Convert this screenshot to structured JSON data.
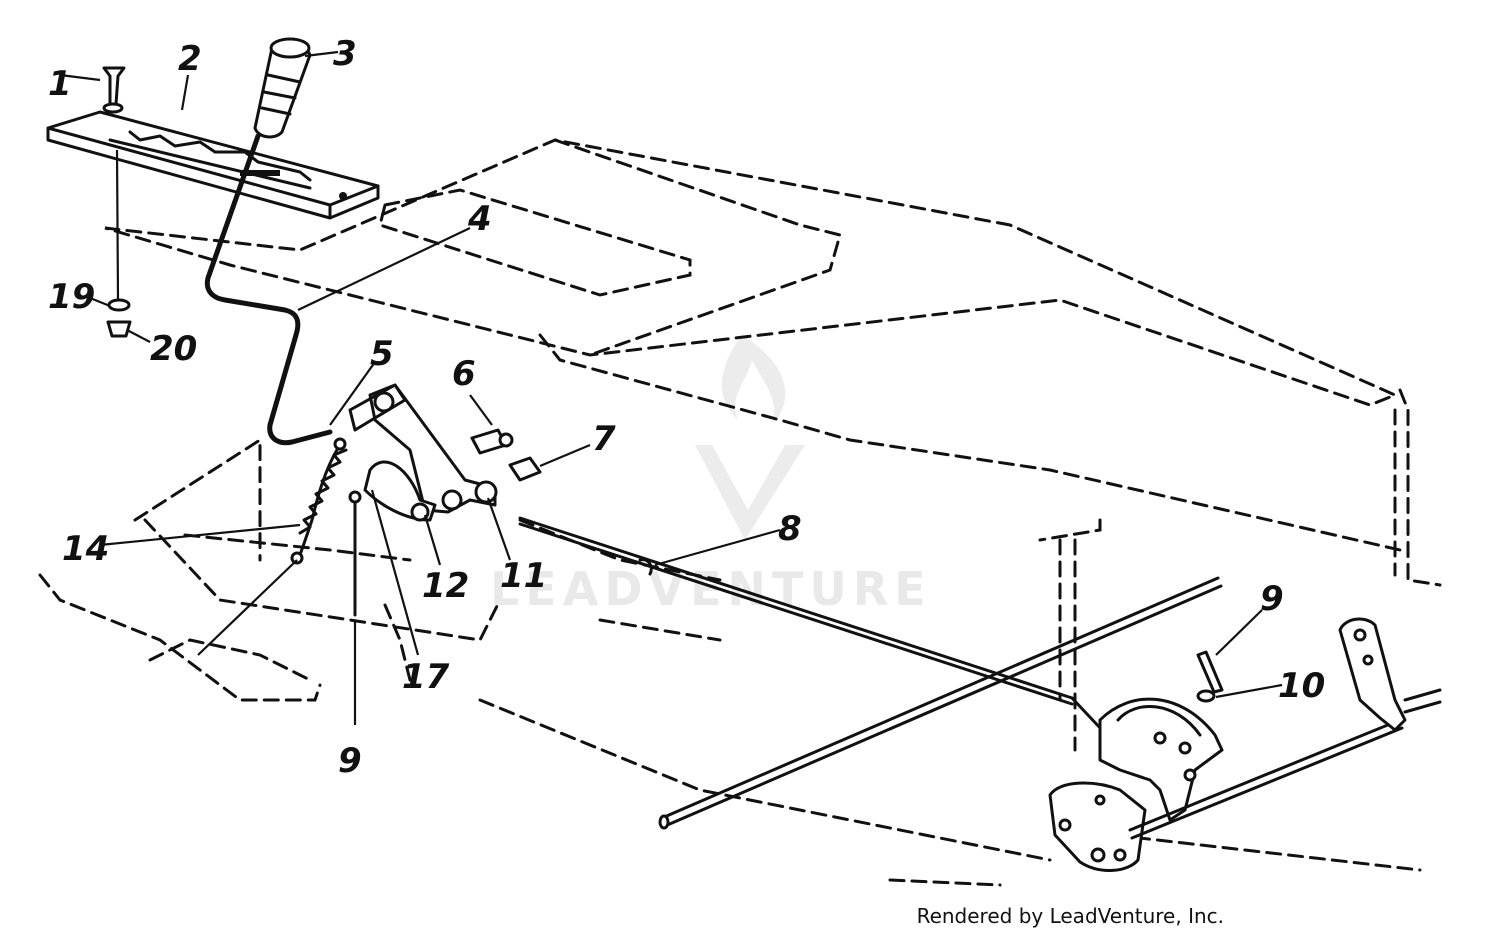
{
  "credit_text": "Rendered by LeadVenture, Inc.",
  "watermark_text": "LEADVENTURE",
  "colors": {
    "ink": "#111111",
    "background": "#ffffff",
    "watermark": "#e9e9e9"
  },
  "callouts": {
    "c1": "1",
    "c2": "2",
    "c3": "3",
    "c4": "4",
    "c5": "5",
    "c6": "6",
    "c7": "7",
    "c8": "8",
    "c9_right": "9",
    "c10": "10",
    "c11": "11",
    "c12": "12",
    "c14": "14",
    "c17": "17",
    "c9_bottom": "9",
    "c19": "19",
    "c20": "20"
  }
}
